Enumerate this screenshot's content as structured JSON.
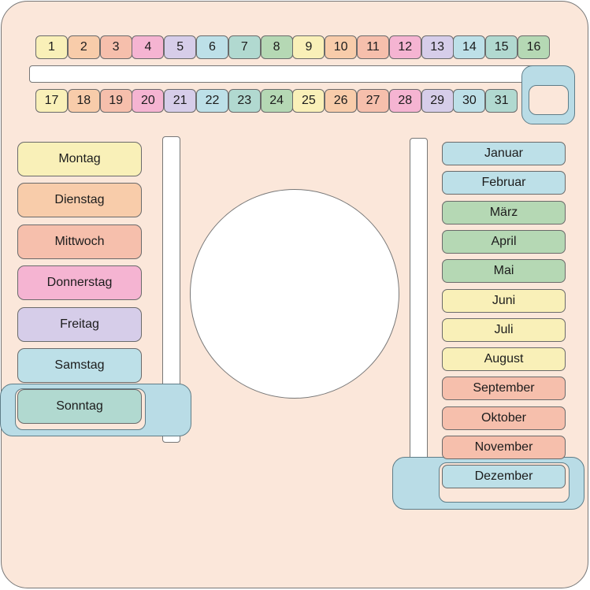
{
  "colors": {
    "board": "#fbe7da",
    "frame": "#b9dce6",
    "yellow": "#f9f0b8",
    "orange": "#f8ccaa",
    "salmon": "#f6bfac",
    "pink": "#f5b4d2",
    "lavender": "#d6cde9",
    "lightblue": "#bde0e8",
    "teal": "#b1d9d0",
    "green": "#b5d8b4"
  },
  "dates": [
    {
      "label": "1",
      "color": "#f9f0b8"
    },
    {
      "label": "2",
      "color": "#f8ccaa"
    },
    {
      "label": "3",
      "color": "#f6bfac"
    },
    {
      "label": "4",
      "color": "#f5b4d2"
    },
    {
      "label": "5",
      "color": "#d6cde9"
    },
    {
      "label": "6",
      "color": "#bde0e8"
    },
    {
      "label": "7",
      "color": "#b1d9d0"
    },
    {
      "label": "8",
      "color": "#b5d8b4"
    },
    {
      "label": "9",
      "color": "#f9f0b8"
    },
    {
      "label": "10",
      "color": "#f8ccaa"
    },
    {
      "label": "11",
      "color": "#f6bfac"
    },
    {
      "label": "12",
      "color": "#f5b4d2"
    },
    {
      "label": "13",
      "color": "#d6cde9"
    },
    {
      "label": "14",
      "color": "#bde0e8"
    },
    {
      "label": "15",
      "color": "#b1d9d0"
    },
    {
      "label": "16",
      "color": "#b5d8b4"
    },
    {
      "label": "17",
      "color": "#f9f0b8"
    },
    {
      "label": "18",
      "color": "#f8ccaa"
    },
    {
      "label": "19",
      "color": "#f6bfac"
    },
    {
      "label": "20",
      "color": "#f5b4d2"
    },
    {
      "label": "21",
      "color": "#d6cde9"
    },
    {
      "label": "22",
      "color": "#bde0e8"
    },
    {
      "label": "23",
      "color": "#b1d9d0"
    },
    {
      "label": "24",
      "color": "#b5d8b4"
    },
    {
      "label": "25",
      "color": "#f9f0b8"
    },
    {
      "label": "26",
      "color": "#f8ccaa"
    },
    {
      "label": "27",
      "color": "#f6bfac"
    },
    {
      "label": "28",
      "color": "#f5b4d2"
    },
    {
      "label": "29",
      "color": "#d6cde9"
    },
    {
      "label": "30",
      "color": "#bde0e8"
    },
    {
      "label": "31",
      "color": "#b1d9d0"
    }
  ],
  "weekdays": [
    {
      "label": "Montag",
      "color": "#f9f0b8"
    },
    {
      "label": "Dienstag",
      "color": "#f8ccaa"
    },
    {
      "label": "Mittwoch",
      "color": "#f6bfac"
    },
    {
      "label": "Donnerstag",
      "color": "#f5b4d2"
    },
    {
      "label": "Freitag",
      "color": "#d6cde9"
    },
    {
      "label": "Samstag",
      "color": "#bde0e8"
    },
    {
      "label": "Sonntag",
      "color": "#b1d9d0"
    }
  ],
  "months": [
    {
      "label": "Januar",
      "color": "#bde0e8"
    },
    {
      "label": "Februar",
      "color": "#bde0e8"
    },
    {
      "label": "März",
      "color": "#b5d8b4"
    },
    {
      "label": "April",
      "color": "#b5d8b4"
    },
    {
      "label": "Mai",
      "color": "#b5d8b4"
    },
    {
      "label": "Juni",
      "color": "#f9f0b8"
    },
    {
      "label": "Juli",
      "color": "#f9f0b8"
    },
    {
      "label": "August",
      "color": "#f9f0b8"
    },
    {
      "label": "September",
      "color": "#f6bfac"
    },
    {
      "label": "Oktober",
      "color": "#f6bfac"
    },
    {
      "label": "November",
      "color": "#f6bfac"
    },
    {
      "label": "Dezember",
      "color": "#bde0e8"
    }
  ],
  "selected": {
    "weekday": "Sonntag",
    "month": "Dezember",
    "date": ""
  }
}
